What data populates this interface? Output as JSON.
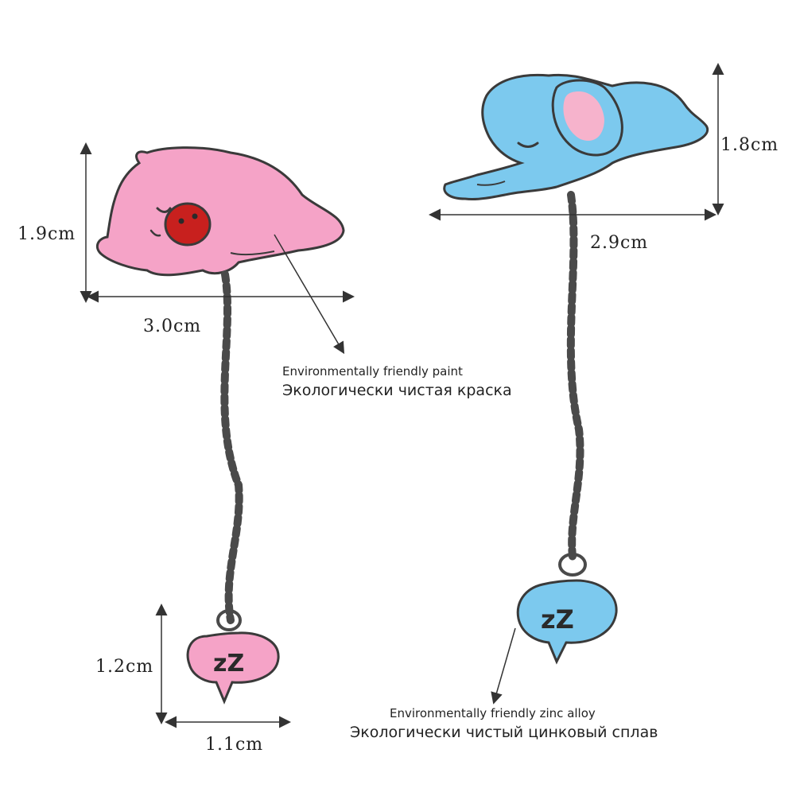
{
  "dimensions": {
    "pig_height": "1.9cm",
    "pig_width": "3.0cm",
    "elephant_height": "1.8cm",
    "elephant_width": "2.9cm",
    "pink_bubble_height": "1.2cm",
    "pink_bubble_width": "1.1cm"
  },
  "captions": {
    "paint_en": "Environmentally friendly paint",
    "paint_ru": "Экологически чистая краска",
    "alloy_en": "Environmentally friendly zinc alloy",
    "alloy_ru": "Экологически чистый цинковый сплав"
  },
  "bubble_text": {
    "pink": "zZ",
    "blue": "zZ"
  },
  "colors": {
    "pig_pink": "#f5a3c7",
    "elephant_blue": "#7cc9ee",
    "ear_pink": "#f6b3cc",
    "nose_red": "#c8201e",
    "outline": "#3a3a3a",
    "chain": "#4a4a4a"
  }
}
